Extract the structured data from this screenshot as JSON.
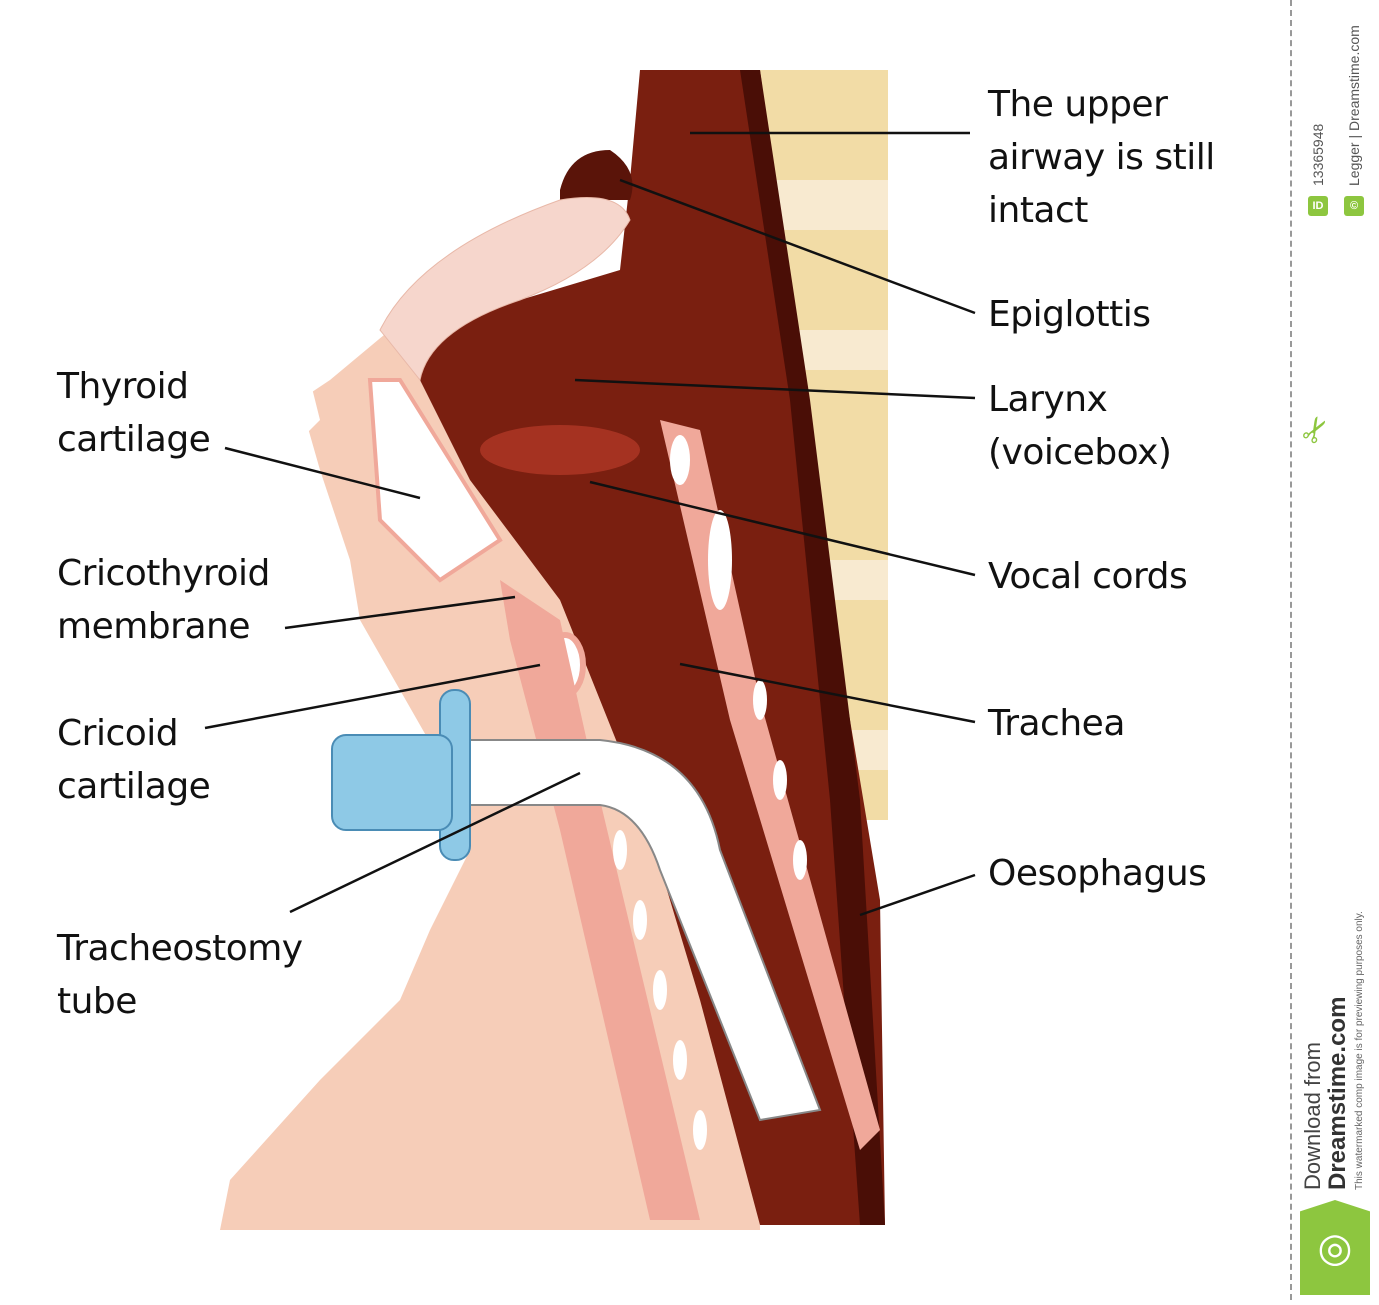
{
  "diagram": {
    "title": "Tracheostomy tube placement (sagittal section)",
    "labels_right": [
      {
        "id": "upper-airway",
        "lines": [
          "The upper",
          "airway is still",
          "intact"
        ]
      },
      {
        "id": "epiglottis",
        "lines": [
          "Epiglottis"
        ]
      },
      {
        "id": "larynx",
        "lines": [
          "Larynx",
          "(voicebox)"
        ]
      },
      {
        "id": "vocal-cords",
        "lines": [
          "Vocal cords"
        ]
      },
      {
        "id": "trachea",
        "lines": [
          "Trachea"
        ]
      },
      {
        "id": "oesophagus",
        "lines": [
          "Oesophagus"
        ]
      }
    ],
    "labels_left": [
      {
        "id": "thyroid-cartilage",
        "lines": [
          "Thyroid",
          "cartilage"
        ]
      },
      {
        "id": "cricothyroid-membrane",
        "lines": [
          "Cricothyroid",
          "membrane"
        ]
      },
      {
        "id": "cricoid-cartilage",
        "lines": [
          "Cricoid",
          "cartilage"
        ]
      },
      {
        "id": "tracheostomy-tube",
        "lines": [
          "Tracheostomy",
          "tube"
        ]
      }
    ],
    "colors": {
      "skin": "#f6cdb8",
      "airway": "#7a1f10",
      "airway_dark": "#4a0e06",
      "spine": "#f2dca6",
      "cartilage": "#ffffff",
      "tissue": "#f0a89a",
      "tube": "#ffffff",
      "flange": "#8ec9e6"
    }
  },
  "watermark": {
    "id_badge": "ID",
    "image_id": "13365948",
    "credit": "Legger | Dreamstime.com",
    "download_text": "Download from",
    "brand": "Dreamstime.com",
    "disclaimer": "This watermarked comp image is for previewing purposes only.",
    "accent": "#8dc63f"
  }
}
